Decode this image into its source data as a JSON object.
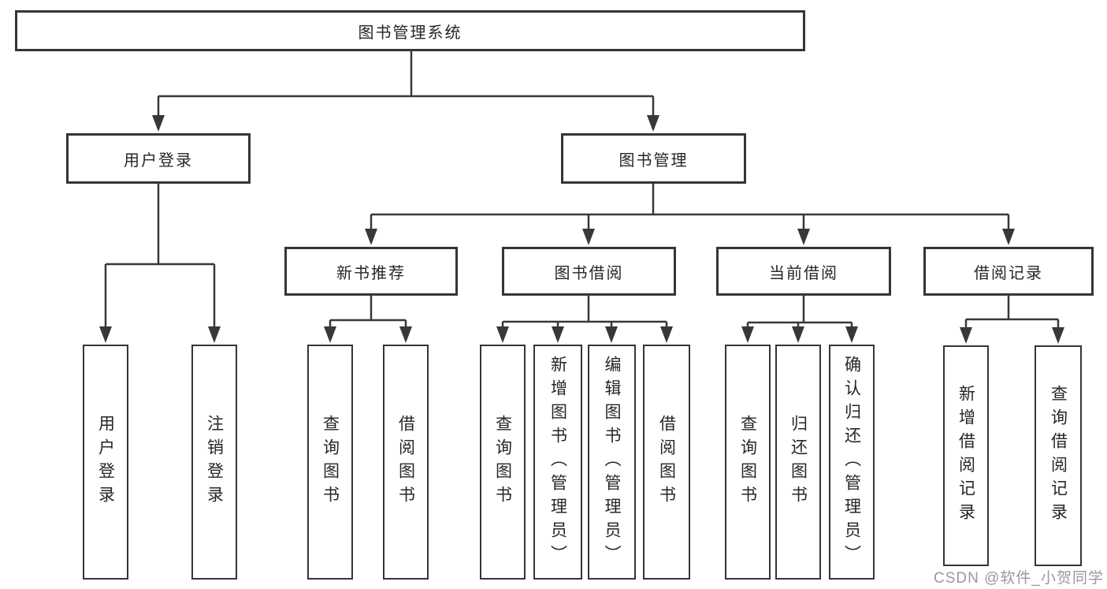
{
  "diagram": {
    "type": "hierarchy-tree",
    "colors": {
      "line": "#383838",
      "border": "#353535",
      "text": "#262626",
      "background": "#ffffff",
      "watermark": "#98999b"
    },
    "nodes": {
      "root": {
        "label": "图书管理系统"
      },
      "user_login": {
        "label": "用户登录"
      },
      "book_mgmt": {
        "label": "图书管理"
      },
      "new_book_rec": {
        "label": "新书推荐"
      },
      "book_borrow": {
        "label": "图书借阅"
      },
      "current_borrow": {
        "label": "当前借阅"
      },
      "borrow_record": {
        "label": "借阅记录"
      },
      "leaf_user_login": {
        "label": "用户登录"
      },
      "leaf_logout": {
        "label": "注销登录"
      },
      "leaf_rec_query": {
        "label": "查询图书"
      },
      "leaf_rec_borrow": {
        "label": "借阅图书"
      },
      "leaf_bor_query": {
        "label": "查询图书"
      },
      "leaf_bor_add": {
        "label": "新增图书（管理员）"
      },
      "leaf_bor_edit": {
        "label": "编辑图书（管理员）"
      },
      "leaf_bor_borrow": {
        "label": "借阅图书"
      },
      "leaf_cur_query": {
        "label": "查询图书"
      },
      "leaf_cur_return": {
        "label": "归还图书"
      },
      "leaf_cur_confirm": {
        "label": "确认归还（管理员）"
      },
      "leaf_recd_add": {
        "label": "新增借阅记录"
      },
      "leaf_recd_query": {
        "label": "查询借阅记录"
      }
    },
    "hierarchy": {
      "图书管理系统": {
        "用户登录": [
          "用户登录",
          "注销登录"
        ],
        "图书管理": {
          "新书推荐": [
            "查询图书",
            "借阅图书"
          ],
          "图书借阅": [
            "查询图书",
            "新增图书（管理员）",
            "编辑图书（管理员）",
            "借阅图书"
          ],
          "当前借阅": [
            "查询图书",
            "归还图书",
            "确认归还（管理员）"
          ],
          "借阅记录": [
            "新增借阅记录",
            "查询借阅记录"
          ]
        }
      }
    },
    "watermark": "CSDN @软件_小贺同学"
  }
}
